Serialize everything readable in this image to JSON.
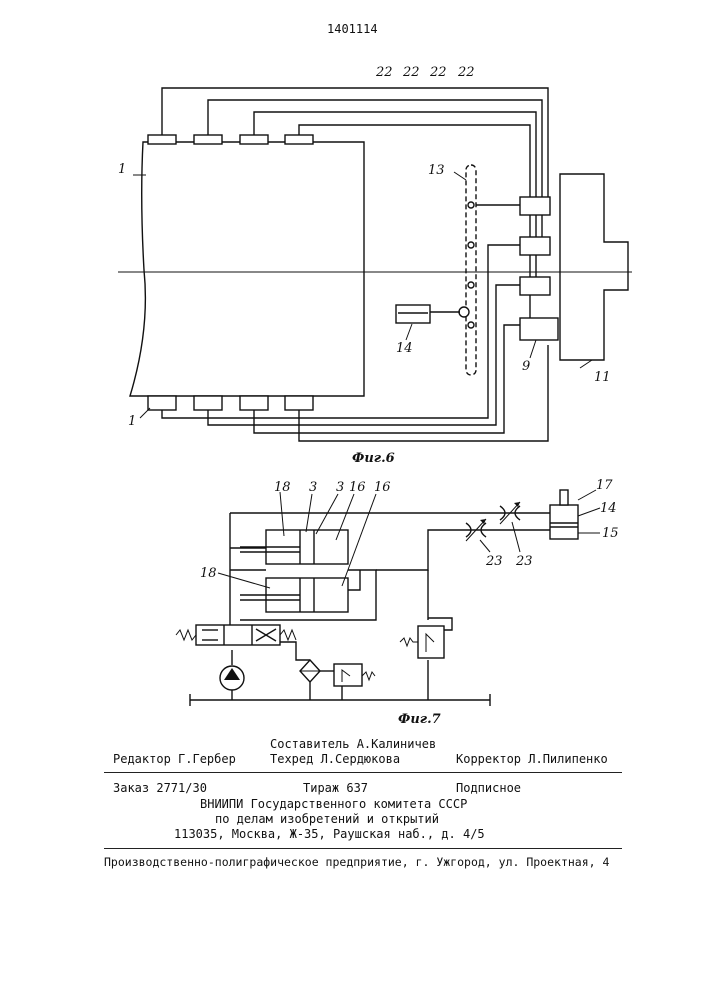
{
  "page_number": "1401114",
  "fig6": {
    "caption": "Фиг.6",
    "labels": {
      "l22a": "22",
      "l22b": "22",
      "l22c": "22",
      "l22d": "22",
      "l1a": "1",
      "l1b": "1",
      "l13": "13",
      "l14": "14",
      "l9": "9",
      "l11": "11"
    }
  },
  "fig7": {
    "caption": "Фиг.7",
    "labels": {
      "l18a": "18",
      "l3a": "3",
      "l3b": "3",
      "l16a": "16",
      "l16b": "16",
      "l18b": "18",
      "l17": "17",
      "l14": "14",
      "l15": "15",
      "l23a": "23",
      "l23b": "23"
    }
  },
  "colophon": {
    "editor": "Редактор Г.Гербер",
    "compiler": "Составитель А.Калиничев",
    "techred": "Техред Л.Сердюкова",
    "corrector": "Корректор Л.Пилипенко",
    "order": "Заказ 2771/30",
    "print_run": "Тираж 637",
    "subscription": "Подписное",
    "org_line1": "ВНИИПИ Государственного комитета СССР",
    "org_line2": "по делам изобретений и открытий",
    "org_line3": "113035, Москва, Ж-35, Раушская наб., д. 4/5",
    "printer": "Производственно-полиграфическое предприятие, г. Ужгород, ул. Проектная, 4"
  }
}
